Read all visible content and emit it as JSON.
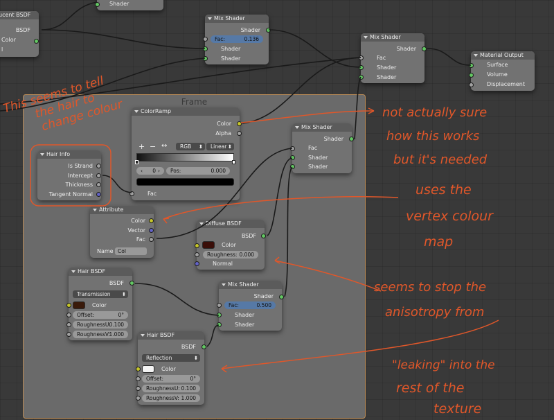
{
  "frame": {
    "label": "Frame"
  },
  "nodes": {
    "translucent": {
      "title": "ucent BSDF",
      "out": "BSDF",
      "color": "Color",
      "l": "l"
    },
    "top_stub": {
      "shader": "Shader"
    },
    "mix1": {
      "title": "Mix Shader",
      "out": "Shader",
      "fac_label": "Fac:",
      "fac": "0.136",
      "in1": "Shader",
      "in2": "Shader"
    },
    "mix2": {
      "title": "Mix Shader",
      "out": "Shader",
      "fac": "Fac",
      "in1": "Shader",
      "in2": "Shader"
    },
    "output": {
      "title": "Material Output",
      "surface": "Surface",
      "volume": "Volume",
      "displacement": "Displacement"
    },
    "colorramp": {
      "title": "ColorRamp",
      "color": "Color",
      "alpha": "Alpha",
      "plus": "+",
      "minus": "−",
      "flip": "↔",
      "mode": "RGB",
      "interp": "Linear",
      "index": "0",
      "pos_label": "Pos:",
      "pos": "0.000",
      "fac": "Fac"
    },
    "mix3": {
      "title": "Mix Shader",
      "out": "Shader",
      "fac": "Fac",
      "in1": "Shader",
      "in2": "Shader"
    },
    "hairinfo": {
      "title": "Hair Info",
      "is_strand": "Is Strand",
      "intercept": "Intercept",
      "thickness": "Thickness",
      "tangent": "Tangent Normal"
    },
    "attribute": {
      "title": "Attribute",
      "color": "Color",
      "vector": "Vector",
      "fac": "Fac",
      "name_label": "Name",
      "name": "Col"
    },
    "diffuse": {
      "title": "Diffuse BSDF",
      "out": "BSDF",
      "color": "Color",
      "rough_label": "Roughness:",
      "rough": "0.000",
      "normal": "Normal"
    },
    "hair1": {
      "title": "Hair BSDF",
      "out": "BSDF",
      "mode": "Transmission",
      "color": "Color",
      "offset_label": "Offset:",
      "offset": "0°",
      "ru_label": "RoughnessU:",
      "ru": "0.100",
      "rv_label": "RoughnessV:",
      "rv": "1.000"
    },
    "mix4": {
      "title": "Mix Shader",
      "out": "Shader",
      "fac_label": "Fac:",
      "fac": "0.500",
      "in1": "Shader",
      "in2": "Shader"
    },
    "hair2": {
      "title": "Hair BSDF",
      "out": "BSDF",
      "mode": "Reflection",
      "color": "Color",
      "offset_label": "Offset:",
      "offset": "0°",
      "ru_label": "RoughnessU:",
      "ru": "0.100",
      "rv_label": "RoughnessV:",
      "rv": "1.000"
    }
  },
  "annotations": {
    "a1": [
      "This seems to tell",
      "the hair to",
      "change colour"
    ],
    "a2": [
      "not actually sure",
      "how this works",
      "but it's needed"
    ],
    "a3": [
      "uses the",
      "vertex colour",
      "map"
    ],
    "a4": [
      "seems to stop the",
      "anisotropy from"
    ],
    "a5": [
      "\"leaking\" into the",
      "rest of the",
      "texture"
    ]
  },
  "colors": {
    "annotation": "#e0572a",
    "frame_border": "#b98a55",
    "wire": "#1a1a1a",
    "diffuse_color": "#3a0e08",
    "hair1_color": "#3a1a0a",
    "hair2_color": "#f4f4f4"
  }
}
